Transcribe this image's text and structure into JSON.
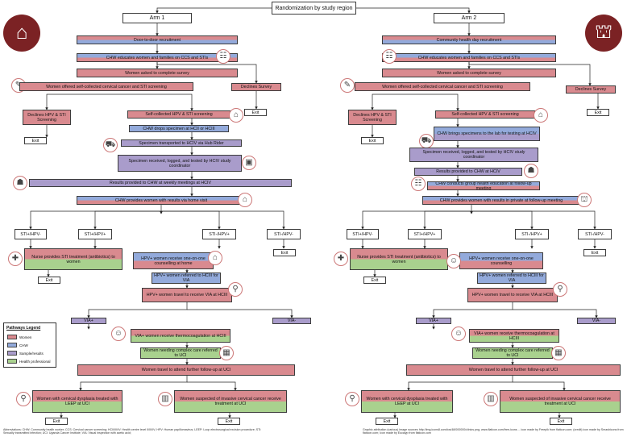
{
  "title": "Randomization by study region",
  "arm1": {
    "label": "Arm 1",
    "recruitment": "Door-to-door recruitment",
    "educates": "CHW educates women and families on CCS and STIs",
    "survey": "Women asked to complete survey",
    "offered": "Women offered self-collected cervical cancer and STI screening",
    "declines_survey": "Declines Survey",
    "exit": "Exit",
    "declines_hpv": "Declines HPV & STI Screening",
    "self_collected": "Self-collected HPV & STI screening",
    "drops_specimen": "CHW drops specimen at HCII or HCIII",
    "transported": "Specimen transported to HCIV via Hub Rider",
    "received": "Specimen received, logged, and tested by HCIV study coordinator",
    "results_provided": "Results provided to CHW at weekly meetings at HCIV",
    "provides_women": "CHW provides women with results via home visit",
    "sti_pos_hpv_neg": "STI+/HPV-",
    "sti_pos_hpv_pos": "STI+/HPV+",
    "sti_neg_hpv_pos": "STI-/HPV+",
    "sti_neg_hpv_neg": "STI-/HPV-",
    "nurse": "Nurse provides STI treatment (antibiotics) to women",
    "counselling": "HPV+ women receive one-on-one counselling at home",
    "referred": "HPV+ women referred to HCIII for VIA",
    "travel_via": "HPV+ women travel to receive VIA at HCIII",
    "via_pos": "VIA+",
    "via_neg": "VIA-",
    "thermo": "VIA+ women receive thermocoagulation at HCIII",
    "complex": "Women needing complex care referred to UCI",
    "travel_uci": "Women travel to attend further follow-up at UCI",
    "leep": "Women with cervical dysplasia treated with LEEP at UCI",
    "invasive": "Women suspected of invasive cervical cancer receive treatment at UCI"
  },
  "arm2": {
    "label": "Arm 2",
    "recruitment": "Community health day recruitment",
    "educates": "CHW educates women and families on CCS and STIs",
    "survey": "Women asked to complete survey",
    "offered": "Women offered self-collected cervical cancer and STI screening",
    "declines_survey": "Declines Survey",
    "exit": "Exit",
    "declines_hpv": "Declines HPV & STI Screening",
    "self_collected": "Self-collected HPV & STI screening",
    "brings": "CHW brings specimens to the lab for testing at HCIV",
    "received": "Specimen received, logged, and tested by HCIV study coordinator",
    "results_provided": "Results provided to CHW at HCIV",
    "group_education": "CHW conducts group health education at follow-up meeting",
    "provides_women": "CHW provides women with results in private at follow-up meeting",
    "sti_pos_hpv_neg": "STI+/HPV-",
    "sti_pos_hpv_pos": "STI+/HPV+",
    "sti_neg_hpv_pos": "STI-/HPV+",
    "sti_neg_hpv_neg": "STI-/HPV-",
    "nurse": "Nurse provides STI treatment (antibiotics) to women",
    "counselling": "HPV+ women receive one-on-one counselling",
    "referred": "HPV+ women referred to HCIII for VIA",
    "travel_via": "HPV+ women travel to receive VIA at HCIII",
    "via_pos": "VIA+",
    "via_neg": "VIA-",
    "thermo": "VIA+ women receive thermocoagulation at HCIII",
    "complex": "Women needing complex care referred to UCI",
    "travel_uci": "Women travel to attend further follow-up at UCI",
    "leep": "Women with cervical dysplasia treated with LEEP at UCI",
    "invasive": "Women suspected of invasive cervical cancer receive treatment at UCI"
  },
  "legend": {
    "title": "Pathways Legend",
    "items": [
      {
        "label": "Women",
        "color": "#d98a8f"
      },
      {
        "label": "CHW",
        "color": "#93aadb"
      },
      {
        "label": "Sample/results",
        "color": "#a99ccb"
      },
      {
        "label": "Health professional",
        "color": "#a9d18e"
      }
    ]
  },
  "footnote_left": "Abbreviations: CHW: Community health worker; CCS: Cervical cancer screening; HCII/III/IV: Health centre level II/III/IV; HPV: Human papillomavirus; LEEP: Loop electrosurgical excision procedure; STI: Sexually transmitted infection; UCI: Uganda Cancer Institute; VIA: Visual inspection with acetic acid;",
  "footnote_right": "Graphic attribution (various) image sources http://img.icons8.com/ios/48/000000/clinics.png, www.flaticon.com/free-icons ... icon made by Freepik from flaticon.com; (credit) icon made by Smashicons from flaticon.com; Icon made by Eucalyp from flaticon.com"
}
